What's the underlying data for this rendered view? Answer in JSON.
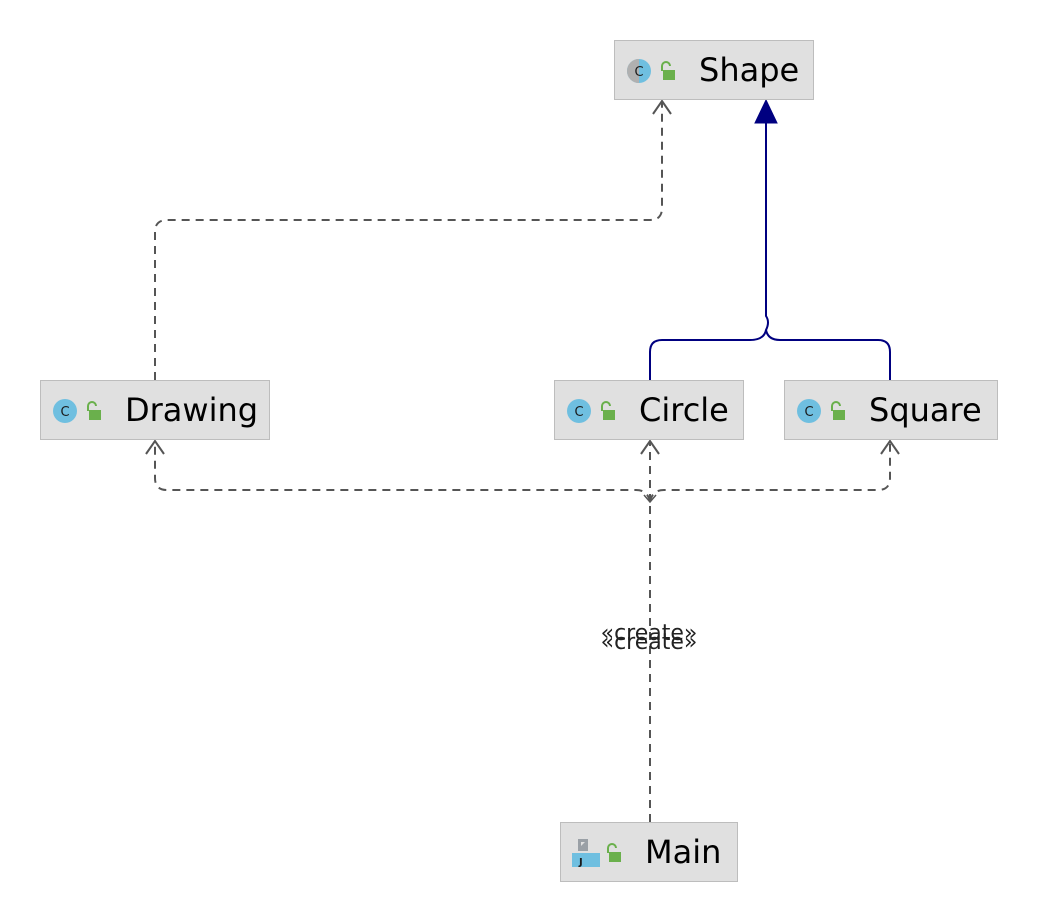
{
  "diagram": {
    "nodes": {
      "shape": {
        "label": "Shape",
        "kind": "abstract-class"
      },
      "drawing": {
        "label": "Drawing",
        "kind": "class"
      },
      "circle": {
        "label": "Circle",
        "kind": "class"
      },
      "square": {
        "label": "Square",
        "kind": "class"
      },
      "main": {
        "label": "Main",
        "kind": "java-file"
      }
    },
    "edges": [
      {
        "from": "Drawing",
        "to": "Shape",
        "type": "dependency"
      },
      {
        "from": "Circle",
        "to": "Shape",
        "type": "inheritance"
      },
      {
        "from": "Square",
        "to": "Shape",
        "type": "inheritance"
      },
      {
        "from": "Main",
        "to": "Drawing",
        "type": "dependency",
        "label": "«create»"
      },
      {
        "from": "Main",
        "to": "Circle",
        "type": "dependency",
        "label": "«create»"
      },
      {
        "from": "Main",
        "to": "Square",
        "type": "dependency"
      }
    ],
    "create_labels": [
      "«create»",
      "«create»"
    ],
    "colors": {
      "inheritance": "#000080",
      "dependency": "#555555",
      "node_fill": "#e0e0e0",
      "class_icon": "#6fbfe0",
      "lock_icon": "#6ab04c"
    }
  }
}
